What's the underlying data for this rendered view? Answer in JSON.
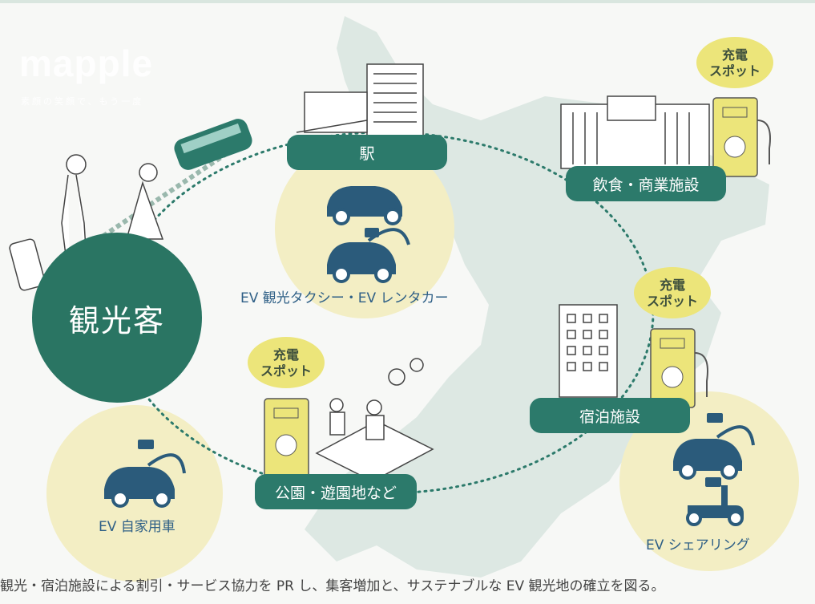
{
  "logo": {
    "name": "mapple",
    "tagline": "素顔の笑顔で、もう一度"
  },
  "nodes": {
    "tourist": "観光客",
    "station": "駅",
    "dining": "飲食・商業施設",
    "lodging": "宿泊施設",
    "park": "公園・遊園地など"
  },
  "captions": {
    "ev_taxi": "EV 観光タクシー・EV レンタカー",
    "ev_private": "EV 自家用車",
    "ev_sharing": "EV シェアリング"
  },
  "charge_spot": {
    "line1": "充電",
    "line2": "スポット"
  },
  "footer": "観光・宿泊施設による割引・サービス協力を PR し、集客増加と、サステナブルな EV 観光地の確立を図る。",
  "colors": {
    "teal": "#2c7a6b",
    "dark_teal": "#2a7563",
    "cream": "#f3eec4",
    "yellow": "#ece57a",
    "navy": "#2b5b7b",
    "map": "#dde8e3"
  },
  "icons": [
    "train-icon",
    "building-icon",
    "ev-car-icon",
    "plug-icon",
    "charging-station-icon",
    "scooter-icon",
    "tree-icon",
    "person-icon"
  ]
}
